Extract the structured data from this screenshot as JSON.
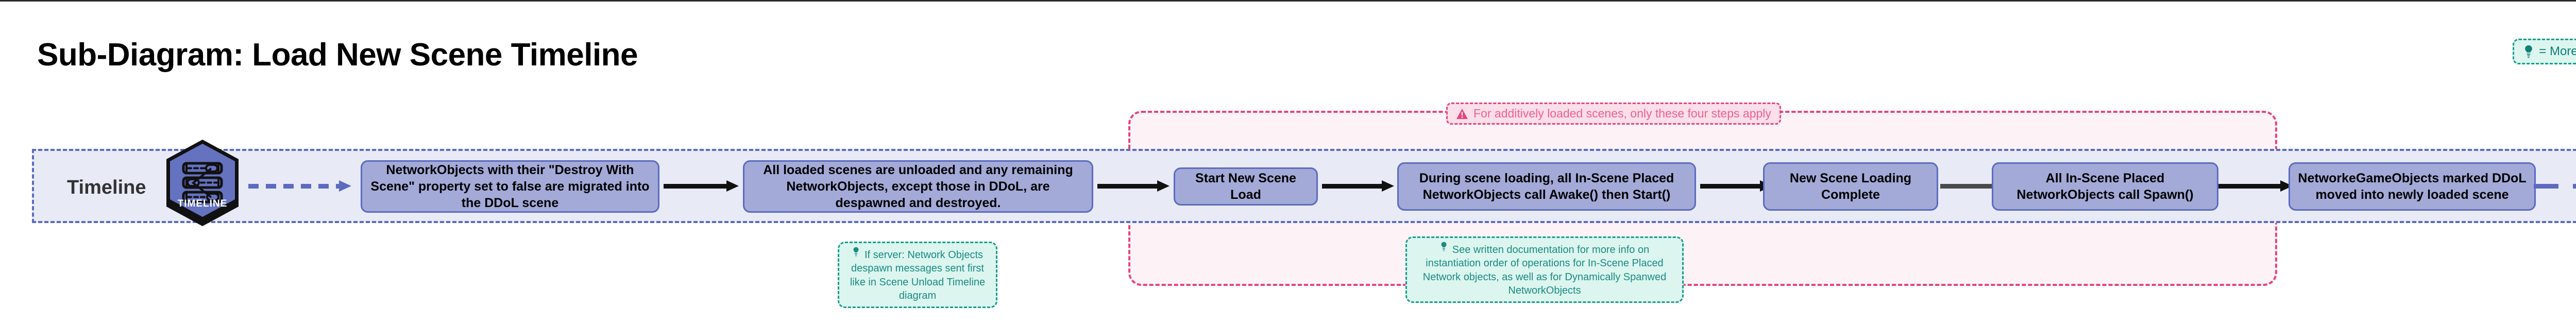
{
  "page": {
    "title": "Sub-Diagram: Load New Scene Timeline"
  },
  "legend": {
    "icon": "lightbulb-icon",
    "text": "= More info"
  },
  "timeline": {
    "label": "Timeline",
    "marker": {
      "icon": "timeline-gantt-icon",
      "caption": "TIMELINE"
    }
  },
  "additive_region": {
    "icon": "warning-triangle-icon",
    "label": "For additively loaded scenes, only these four steps apply",
    "color": "#e4457e"
  },
  "steps": [
    {
      "id": "step-1",
      "text": "NetworkObjects with their \"Destroy With Scene\" property set to false are migrated into the DDoL scene"
    },
    {
      "id": "step-2",
      "text": "All loaded scenes are unloaded and any remaining NetworkObjects, except those in DDoL, are despawned and destroyed."
    },
    {
      "id": "step-3",
      "text": "Start New Scene Load"
    },
    {
      "id": "step-4",
      "text": "During scene loading, all In-Scene Placed NetworkObjects call Awake() then Start()"
    },
    {
      "id": "step-5",
      "text": "New Scene Loading Complete"
    },
    {
      "id": "step-6",
      "text": "All In-Scene Placed NetworkObjects call Spawn()"
    },
    {
      "id": "step-7",
      "text": "NetworkeGameObjects marked DDoL moved into newly loaded scene"
    }
  ],
  "notes": [
    {
      "id": "note-despawn-order",
      "icon": "lightbulb-icon",
      "text": "If server: Network Objects despawn messages sent first like in Scene Unload Timeline diagram"
    },
    {
      "id": "note-instantiation-order",
      "icon": "lightbulb-icon",
      "text": "See written documentation for more info on instantiation order of operations for In-Scene Placed Network objects, as well as for Dynamically Spanwed NetworkObjects"
    }
  ],
  "colors": {
    "box_fill": "#a3aad8",
    "box_border": "#5c6bc0",
    "band_fill": "#e8eaf6",
    "note_fill": "#dcf5ef",
    "note_border": "#149e8c",
    "pink_border": "#e4457e"
  }
}
